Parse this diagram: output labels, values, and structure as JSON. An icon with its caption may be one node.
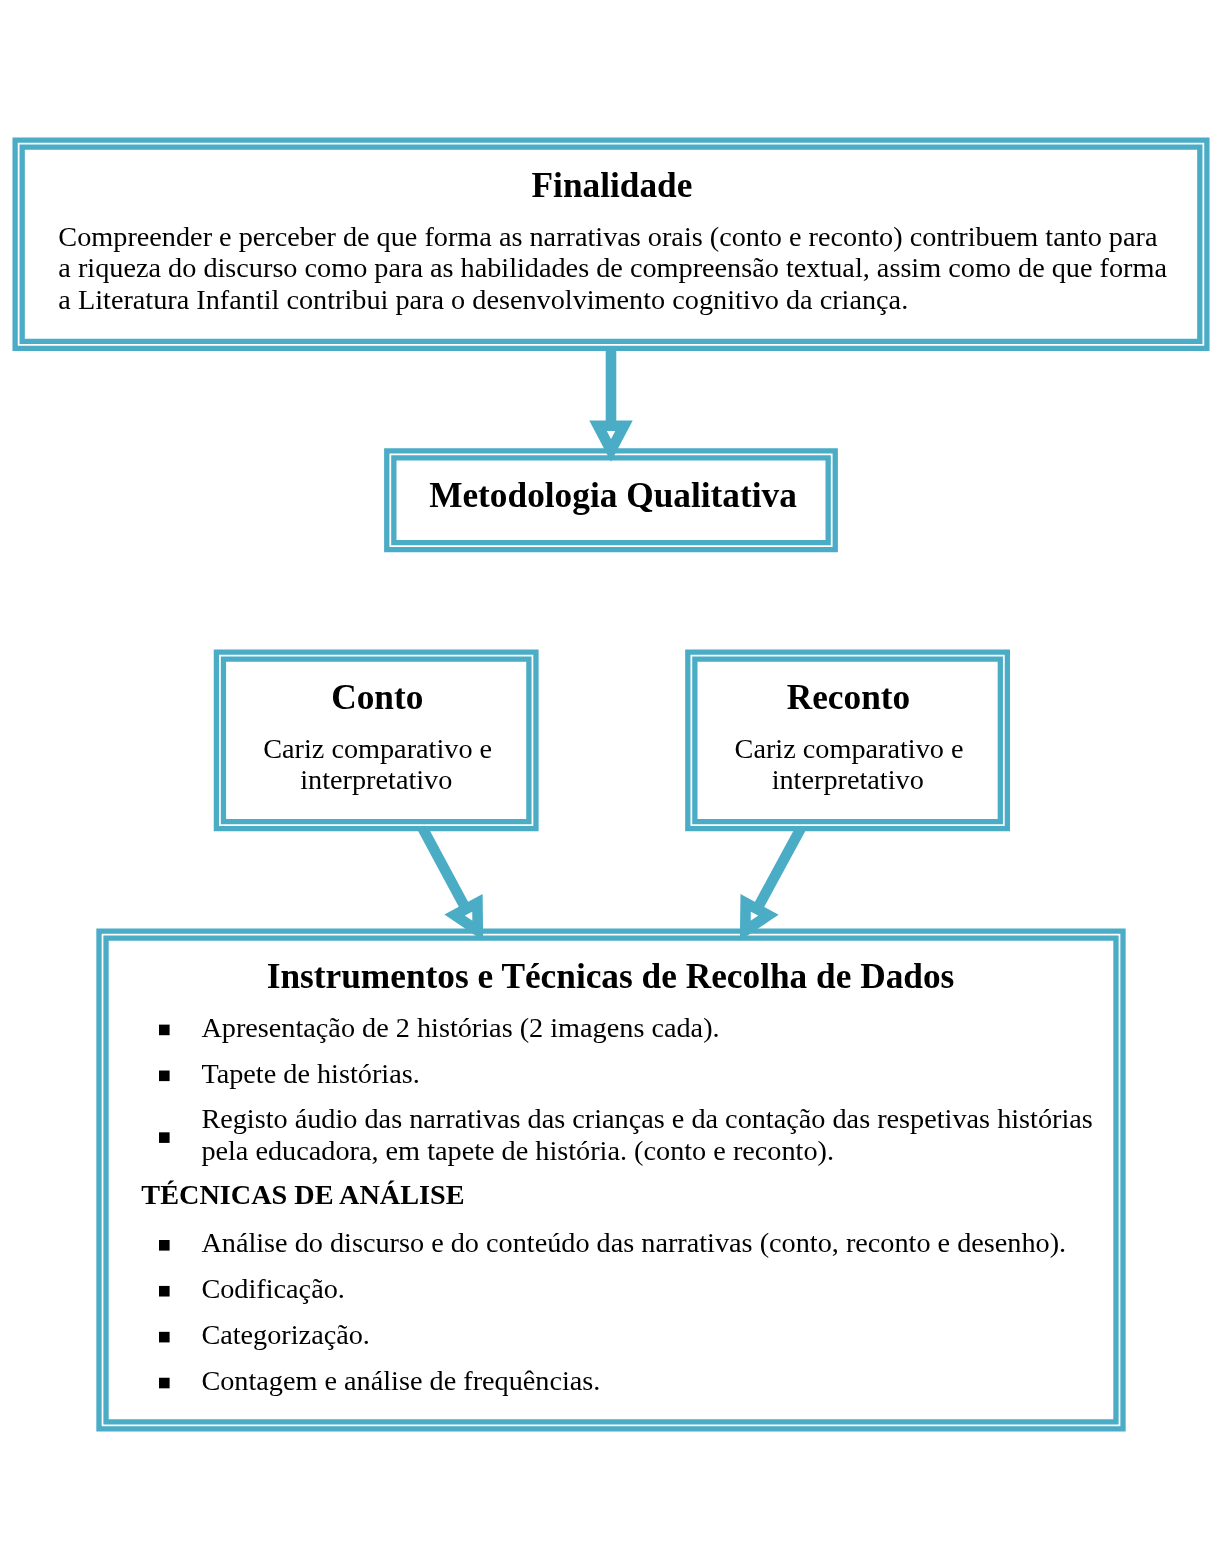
{
  "diagram": {
    "nodes": [
      {
        "text": [
          "Finalidade",
          "Compreender e perceber de que forma as narrativas orais (conto e reconto) contribuem tanto para a riqueza do discurso como para as habilidades de compreensão textual, assim como de que forma a Literatura Infantil contribui para o desenvolvimento cognitivo da criança."
        ]
      },
      {
        "text": [
          "Metodologia Qualitativa"
        ]
      },
      {
        "text": [
          "Conto",
          "Cariz comparativo e interpretativo"
        ]
      },
      {
        "text": [
          "Reconto",
          "Cariz comparativo e interpretativo"
        ]
      },
      {
        "text": [
          "Instrumentos e Técnicas de Recolha de Dados",
          "Apresentação de 2 histórias (2 imagens cada).",
          "Tapete de histórias.",
          "Registo áudio das narrativas das crianças e da contação das respetivas histórias pela educadora, em tapete de história. (conto e reconto).",
          "TÉCNICAS DE ANÁLISE",
          "Análise do discurso e do conteúdo das narrativas (conto, reconto e desenho).",
          "Codificação.",
          "Categorização.",
          "Contagem e análise de frequências."
        ]
      }
    ],
    "edges": [
      {
        "from": 0,
        "to": 1,
        "arrow": "to"
      },
      {
        "from": 2,
        "to": 4,
        "arrow": "to"
      },
      {
        "from": 3,
        "to": 4,
        "arrow": "to"
      }
    ]
  }
}
